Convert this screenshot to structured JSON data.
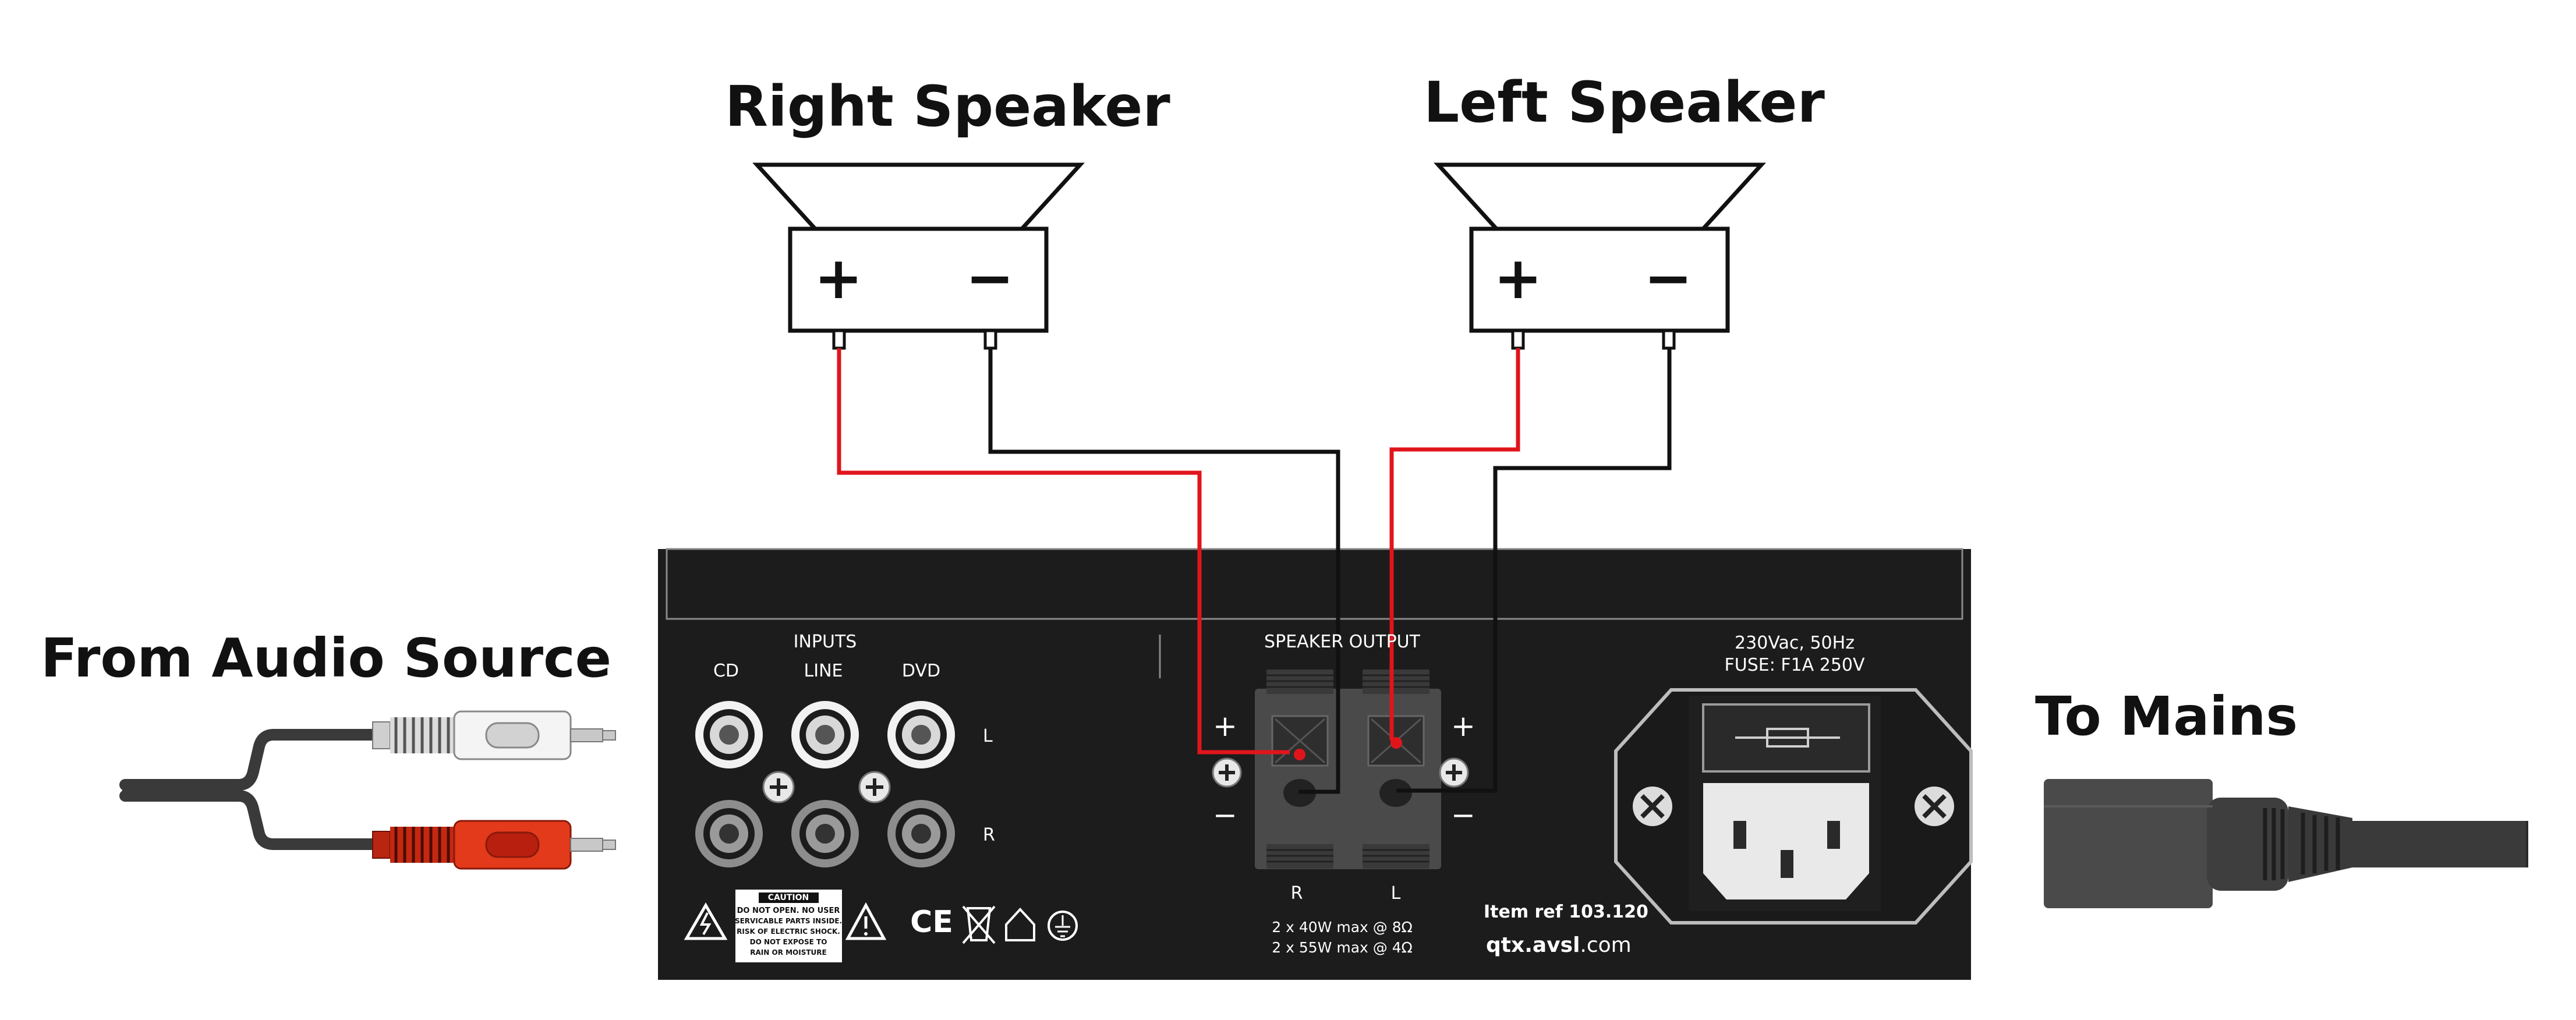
{
  "labels": {
    "right_speaker": "Right Speaker",
    "left_speaker": "Left Speaker",
    "from_audio_source": "From Audio Source",
    "to_mains": "To Mains"
  },
  "speaker_terminals": {
    "plus": "+",
    "minus": "−"
  },
  "amplifier": {
    "inputs_title": "INPUTS",
    "input_cd": "CD",
    "input_line": "LINE",
    "input_dvd": "DVD",
    "channel_l": "L",
    "channel_r": "R",
    "speaker_output_title": "SPEAKER OUTPUT",
    "output_plus": "+",
    "output_minus": "−",
    "output_r": "R",
    "output_l": "L",
    "power_rating_8": "2 x 40W max @ 8Ω",
    "power_rating_4": "2 x 55W max @ 4Ω",
    "mains_spec": "230Vac, 50Hz",
    "fuse_spec": "FUSE: F1A 250V",
    "item_ref": "Item ref  103.120",
    "website_bold": "qtx.avsl",
    "website_suffix": ".com",
    "caution_title": "CAUTION",
    "caution_line1": "DO NOT OPEN. NO USER",
    "caution_line2": "SERVICABLE PARTS INSIDE.",
    "caution_line3": "RISK OF ELECTRIC SHOCK.",
    "caution_line4": "DO NOT EXPOSE TO",
    "caution_line5": "RAIN OR MOISTURE",
    "ce_mark": "CE"
  },
  "colors": {
    "wire_positive": "#e0151c",
    "wire_negative": "#111111",
    "panel": "#1c1c1c",
    "rca_red": "#d92a12",
    "rca_white": "#e6e6e6"
  },
  "icons": [
    "speaker-icon",
    "rca-cable-icon",
    "rca-socket-icon",
    "ground-screw-icon",
    "warning-triangle-icon",
    "weee-bin-icon",
    "house-icon",
    "earth-ground-icon",
    "fuse-icon",
    "iec-socket-icon",
    "mains-plug-icon"
  ]
}
